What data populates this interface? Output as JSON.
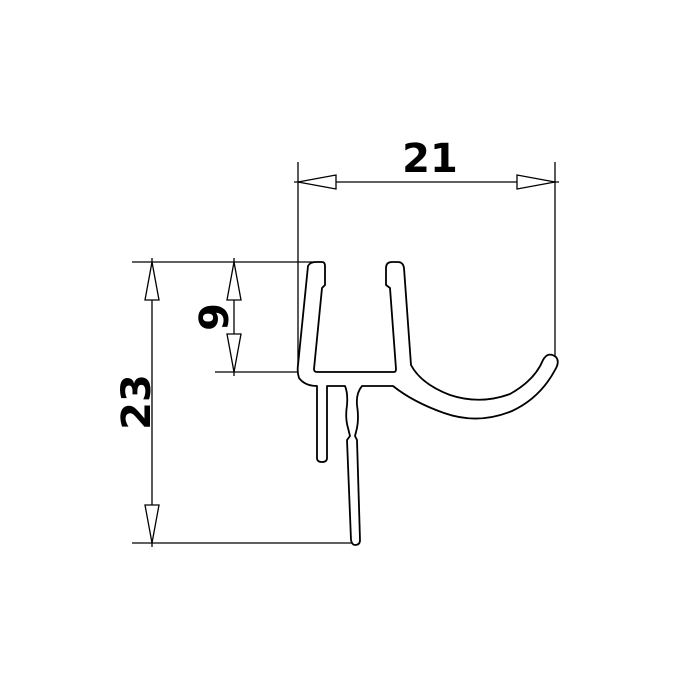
{
  "drawing": {
    "type": "technical-profile-drawing",
    "dimensions": {
      "width": {
        "label": "21"
      },
      "height_total": {
        "label": "23"
      },
      "height_slot": {
        "label": "9"
      }
    },
    "colors": {
      "line": "#000000",
      "background": "#ffffff"
    }
  }
}
